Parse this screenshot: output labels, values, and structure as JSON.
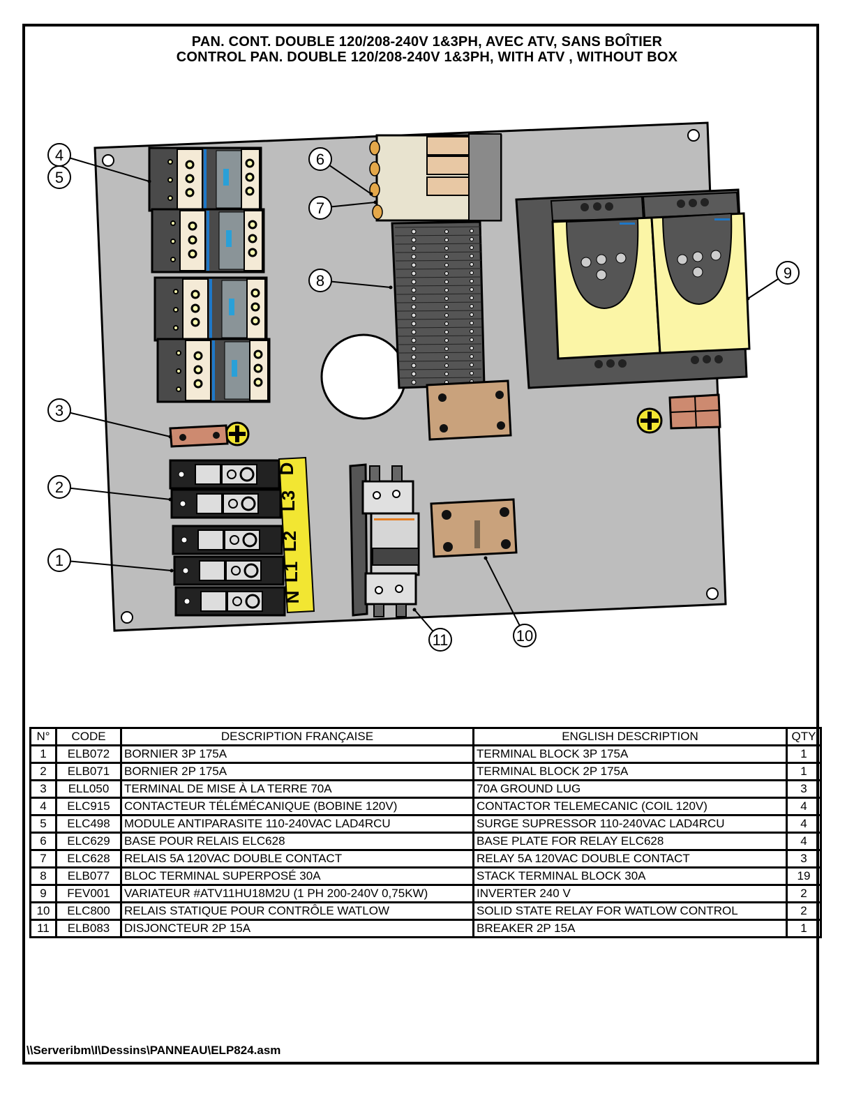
{
  "document": {
    "title_fr": "PAN. CONT. DOUBLE 120/208-240V 1&3PH, AVEC ATV, SANS BOÎTIER",
    "title_en": "CONTROL PAN. DOUBLE 120/208-240V 1&3PH, WITH ATV , WITHOUT BOX",
    "file_path": "\\\\Serveribm\\I\\Dessins\\PANNEAU\\ELP824.asm"
  },
  "drawing": {
    "terminal_label": [
      "N",
      "L1",
      "L2",
      "L3",
      "D"
    ],
    "colors": {
      "panel": "#bdbdbd",
      "terminal_yellow": "#f2e632",
      "inverter_body": "#fbf5a6",
      "contactor_face": "#f4ead6",
      "copper": "#cd8a70",
      "ssr": "#c9a27c",
      "relay_orange": "#e4a84a",
      "accent_blue": "#1e78c8"
    },
    "balloons": [
      {
        "n": "1",
        "target": "terminal-block-3p"
      },
      {
        "n": "2",
        "target": "terminal-block-2p"
      },
      {
        "n": "3",
        "target": "ground-lug"
      },
      {
        "n": "4",
        "target": "contactor"
      },
      {
        "n": "5",
        "target": "surge-suppressor"
      },
      {
        "n": "6",
        "target": "relay-base"
      },
      {
        "n": "7",
        "target": "relay"
      },
      {
        "n": "8",
        "target": "stack-terminal-blocks"
      },
      {
        "n": "9",
        "target": "inverter"
      },
      {
        "n": "10",
        "target": "solid-state-relay"
      },
      {
        "n": "11",
        "target": "breaker"
      }
    ]
  },
  "bom": {
    "headers": {
      "no": "N°",
      "code": "CODE",
      "fr": "DESCRIPTION FRANÇAISE",
      "en": "ENGLISH DESCRIPTION",
      "qty": "QTY"
    },
    "rows": [
      {
        "no": "1",
        "code": "ELB072",
        "fr": "BORNIER 3P 175A",
        "en": "TERMINAL BLOCK 3P 175A",
        "qty": "1"
      },
      {
        "no": "2",
        "code": "ELB071",
        "fr": "BORNIER 2P 175A",
        "en": "TERMINAL BLOCK 2P 175A",
        "qty": "1"
      },
      {
        "no": "3",
        "code": "ELL050",
        "fr": "TERMINAL DE MISE À LA TERRE 70A",
        "en": "70A GROUND LUG",
        "qty": "3"
      },
      {
        "no": "4",
        "code": "ELC915",
        "fr": "CONTACTEUR TÉLÉMÉCANIQUE (BOBINE 120V)",
        "en": "CONTACTOR TELEMECANIC (COIL 120V)",
        "qty": "4"
      },
      {
        "no": "5",
        "code": "ELC498",
        "fr": "MODULE ANTIPARASITE 110-240VAC LAD4RCU",
        "en": "SURGE SUPRESSOR 110-240VAC LAD4RCU",
        "qty": "4"
      },
      {
        "no": "6",
        "code": "ELC629",
        "fr": "BASE POUR RELAIS ELC628",
        "en": "BASE PLATE FOR RELAY ELC628",
        "qty": "4"
      },
      {
        "no": "7",
        "code": "ELC628",
        "fr": "RELAIS 5A 120VAC DOUBLE CONTACT",
        "en": "RELAY 5A 120VAC DOUBLE CONTACT",
        "qty": "3"
      },
      {
        "no": "8",
        "code": "ELB077",
        "fr": "BLOC TERMINAL SUPERPOSÉ 30A",
        "en": "STACK TERMINAL BLOCK 30A",
        "qty": "19"
      },
      {
        "no": "9",
        "code": "FEV001",
        "fr": "VARIATEUR #ATV11HU18M2U (1 PH 200-240V 0,75KW)",
        "en": "INVERTER 240 V",
        "qty": "2"
      },
      {
        "no": "10",
        "code": "ELC800",
        "fr": "RELAIS STATIQUE POUR CONTRÔLE WATLOW",
        "en": "SOLID STATE RELAY FOR WATLOW CONTROL",
        "qty": "2"
      },
      {
        "no": "11",
        "code": "ELB083",
        "fr": "DISJONCTEUR 2P 15A",
        "en": "BREAKER 2P 15A",
        "qty": "1"
      }
    ]
  }
}
